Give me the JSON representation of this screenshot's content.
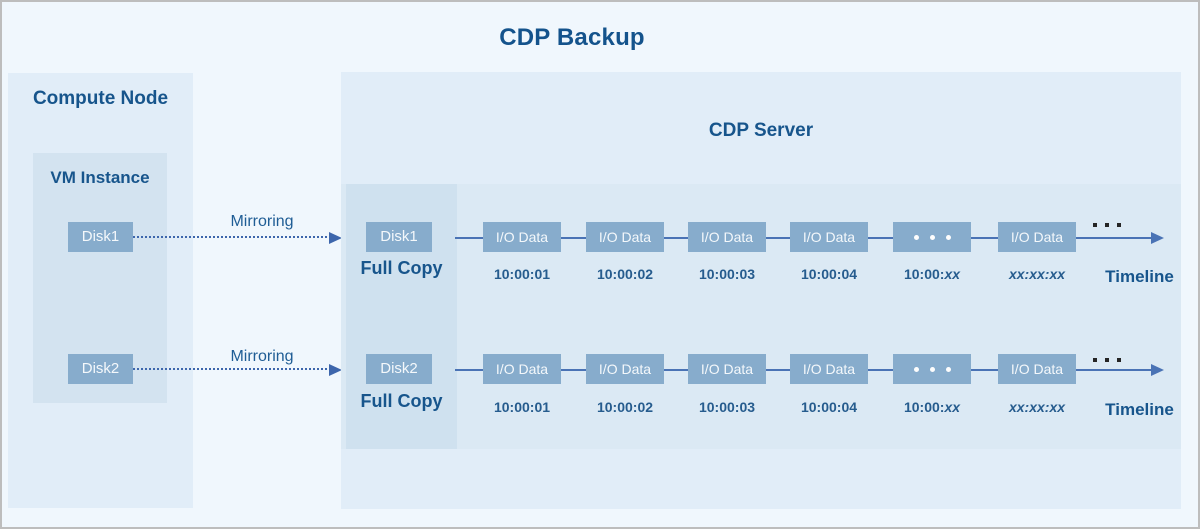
{
  "title": "CDP Backup",
  "colors": {
    "background": "#f0f7fd",
    "frame_border": "#bdbdbd",
    "panel": "#e1edf8",
    "vm_panel": "#d3e3f0",
    "timeline_band": "#dbe9f4",
    "full_copy_column": "#cfe1ef",
    "disk_box": "#87accc",
    "heading_text": "#17558c",
    "timeline_line": "#4a73b5",
    "mirroring_line": "#3d66ac",
    "box_text": "#f4f8fb"
  },
  "icons": {
    "timeline_ellipsis": "three-dark-dots",
    "slot_gap": "three-white-dots",
    "arrowhead": "right-triangle"
  },
  "compute_node": {
    "label": "Compute Node",
    "vm_instance": {
      "label": "VM Instance",
      "disks": [
        {
          "label": "Disk1"
        },
        {
          "label": "Disk2"
        }
      ]
    }
  },
  "mirroring": {
    "rows": [
      {
        "label": "Mirroring"
      },
      {
        "label": "Mirroring"
      }
    ]
  },
  "cdp_server": {
    "label": "CDP Server",
    "rows": [
      {
        "disk_label": "Disk1",
        "full_copy_label": "Full Copy",
        "timeline_label": "Timeline",
        "slots": [
          {
            "label": "I/O Data",
            "time_prefix": "10:00:01",
            "time_suffix": ""
          },
          {
            "label": "I/O Data",
            "time_prefix": "10:00:02",
            "time_suffix": ""
          },
          {
            "label": "I/O Data",
            "time_prefix": "10:00:03",
            "time_suffix": ""
          },
          {
            "label": "I/O Data",
            "time_prefix": "10:00:04",
            "time_suffix": ""
          },
          {
            "label": "",
            "icon": "three-white-dots",
            "time_prefix": "10:00:",
            "time_suffix": "xx"
          },
          {
            "label": "I/O Data",
            "time_prefix": "",
            "time_suffix": "xx:xx:xx"
          }
        ]
      },
      {
        "disk_label": "Disk2",
        "full_copy_label": "Full Copy",
        "timeline_label": "Timeline",
        "slots": [
          {
            "label": "I/O Data",
            "time_prefix": "10:00:01",
            "time_suffix": ""
          },
          {
            "label": "I/O Data",
            "time_prefix": "10:00:02",
            "time_suffix": ""
          },
          {
            "label": "I/O Data",
            "time_prefix": "10:00:03",
            "time_suffix": ""
          },
          {
            "label": "I/O Data",
            "time_prefix": "10:00:04",
            "time_suffix": ""
          },
          {
            "label": "",
            "icon": "three-white-dots",
            "time_prefix": "10:00:",
            "time_suffix": "xx"
          },
          {
            "label": "I/O Data",
            "time_prefix": "",
            "time_suffix": "xx:xx:xx"
          }
        ]
      }
    ]
  }
}
